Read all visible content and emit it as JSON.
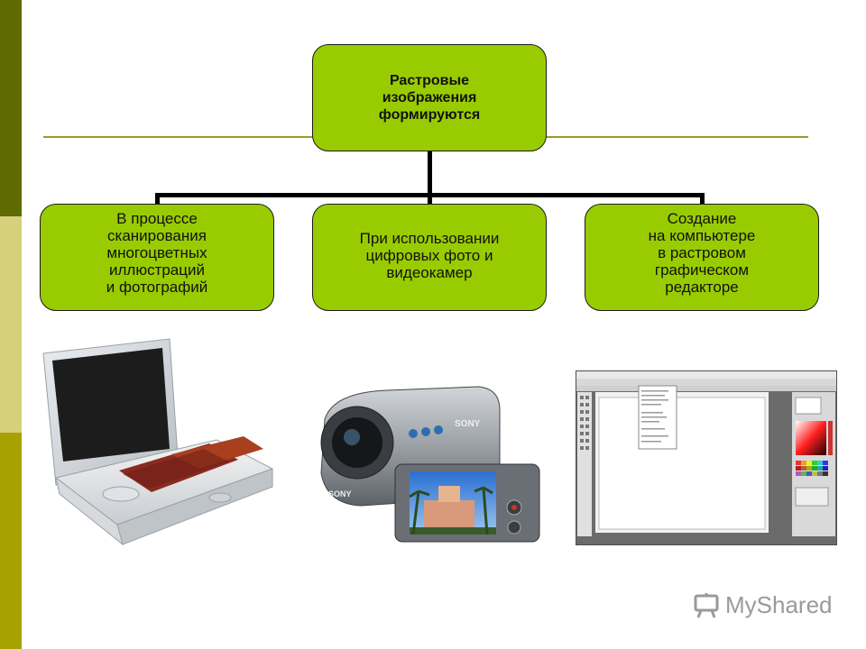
{
  "diagram": {
    "root": "Растровые\nизображения\nформируются",
    "children": [
      "В процессе\nсканирования\nмногоцветных\nиллюстраций\nи фотографий",
      "При использовании\nцифровых фото и\nвидеокамер",
      "Создание\nна компьютере\nв растровом\nграфическом\nредакторе"
    ]
  },
  "colors": {
    "box_fill": "#99cc00",
    "stripe_dark": "#5f6a00",
    "stripe_light": "#d6d07a",
    "stripe_mid": "#a8a200"
  },
  "images": {
    "scanner": "scanner-image",
    "camcorder": "camcorder-image",
    "editor": "graphics-editor-screenshot"
  },
  "watermark": {
    "text": "MyShared",
    "icon": "presentation-board-icon"
  }
}
